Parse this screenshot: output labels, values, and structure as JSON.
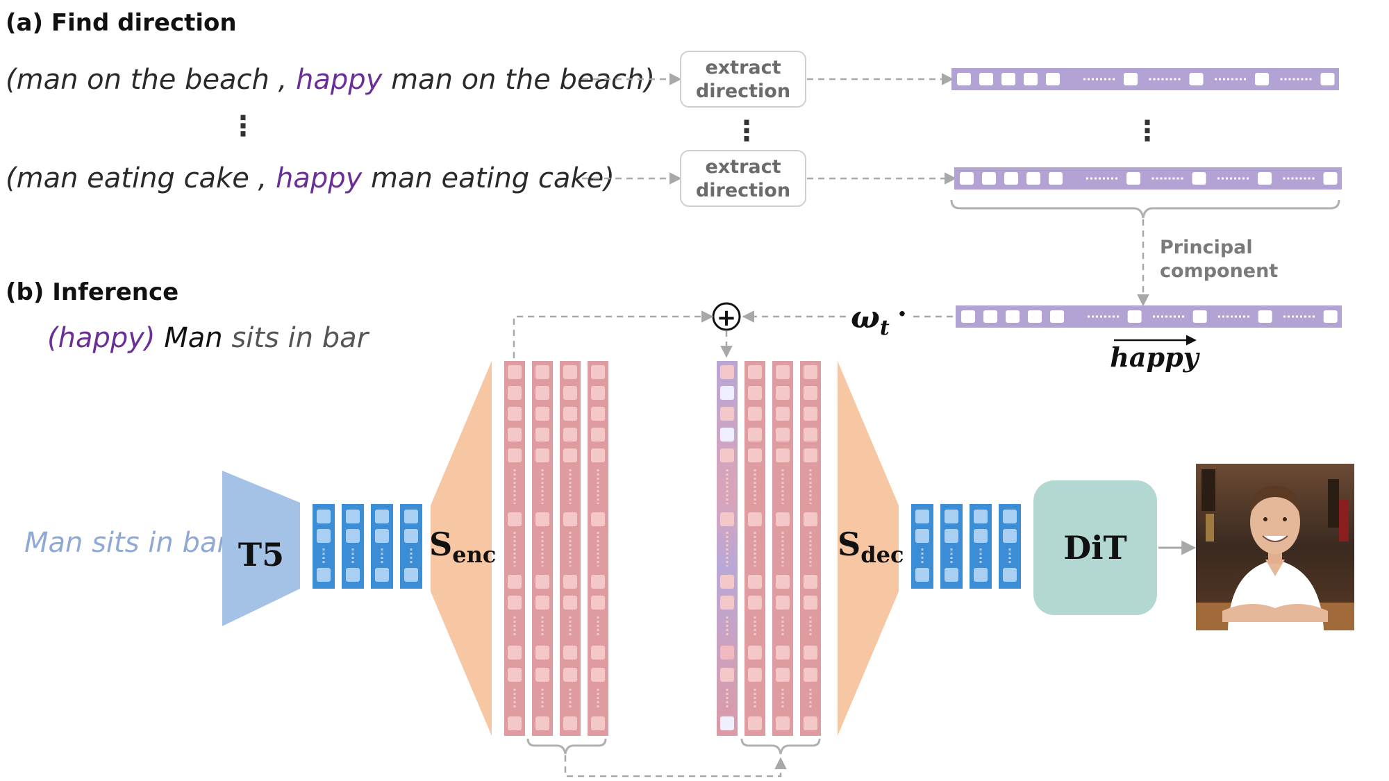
{
  "section_a": {
    "title": "(a) Find direction",
    "pair1": {
      "open": "(man on the beach , ",
      "attr": "happy",
      "rest": " man on the beach)"
    },
    "pair2": {
      "open": "(man eating cake , ",
      "attr": "happy",
      "rest": " man eating cake)"
    },
    "extract_line1": "extract",
    "extract_line2": "direction",
    "vertical_ellipsis": "⋮",
    "principal_line1": "Principal",
    "principal_line2": "component"
  },
  "section_b": {
    "title": "(b) Inference",
    "prompt": {
      "attr": "(happy)",
      "word1": " Man",
      "rest": " sits in bar"
    },
    "input_text": "Man sits in bar",
    "t5_label": "T5",
    "senc_main": "S",
    "senc_sub": "enc",
    "sdec_main": "S",
    "sdec_sub": "dec",
    "dit_label": "DiT",
    "omega_main": "ω",
    "omega_sub": "t",
    "dot_symbol": "·",
    "happy_vector": "happy",
    "plus_symbol": "+"
  },
  "colors": {
    "purple_text": "#6a2f97",
    "lavender": "#b3a3d4",
    "t5_blue": "#a3c2e6",
    "token_blue": "#3b8ed6",
    "sparse_red": "#de9ba0",
    "sparse_cell": "#f4c8c8",
    "trapezoid_orange": "#f7c6a3",
    "dit_teal": "#b2d8d1",
    "arrow_grey": "#a8a8a8"
  },
  "icons": {
    "plus": "circled-plus-icon",
    "photo": "smiling-man-photo"
  }
}
